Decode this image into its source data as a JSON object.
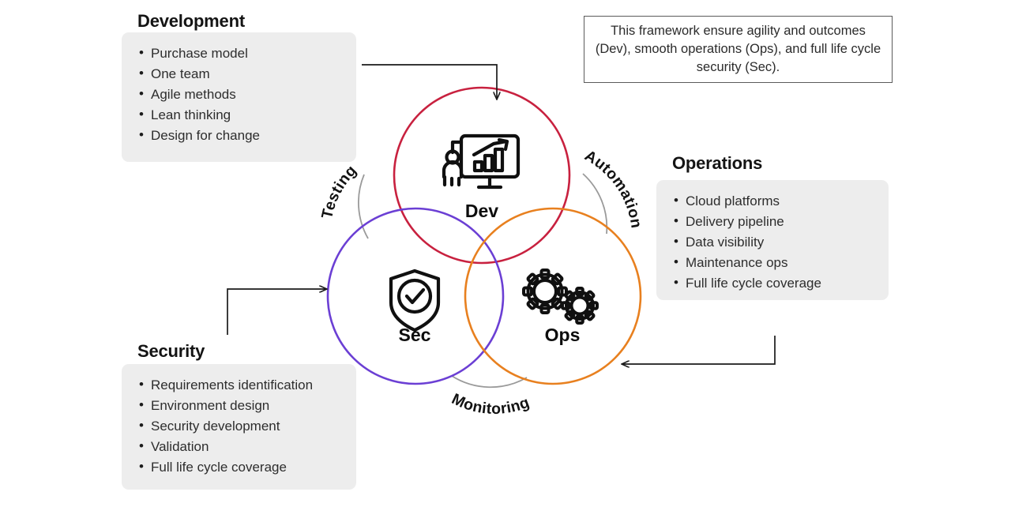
{
  "framework": {
    "text": "This framework ensure agility and outcomes (Dev), smooth operations (Ops), and full life cycle security (Sec)."
  },
  "sections": {
    "development": {
      "title": "Development",
      "items": [
        "Purchase model",
        "One team",
        "Agile methods",
        "Lean thinking",
        "Design for change"
      ]
    },
    "operations": {
      "title": "Operations",
      "items": [
        "Cloud platforms",
        "Delivery pipeline",
        "Data visibility",
        "Maintenance ops",
        "Full life cycle coverage"
      ]
    },
    "security": {
      "title": "Security",
      "items": [
        "Requirements identification",
        "Environment design",
        "Security development",
        "Validation",
        "Full life cycle coverage"
      ]
    }
  },
  "venn": {
    "circles": [
      {
        "id": "dev",
        "label": "Dev",
        "color": "#c8213f",
        "icon": "monitor-chart-person-icon"
      },
      {
        "id": "sec",
        "label": "Sec",
        "color": "#6b3fd4",
        "icon": "shield-check-icon"
      },
      {
        "id": "ops",
        "label": "Ops",
        "color": "#e8801f",
        "icon": "gears-icon"
      }
    ],
    "arc_labels": [
      {
        "id": "testing",
        "text": "Testing"
      },
      {
        "id": "automation",
        "text": "Automation"
      },
      {
        "id": "monitoring",
        "text": "Monitoring"
      }
    ],
    "arc_color": "#9a9a9a",
    "arrow_color": "#1a1a1a"
  },
  "colors": {
    "panel_background": "#ededed",
    "text": "#2d2d2d",
    "heading": "#141414",
    "box_border": "#5b5b5b"
  }
}
